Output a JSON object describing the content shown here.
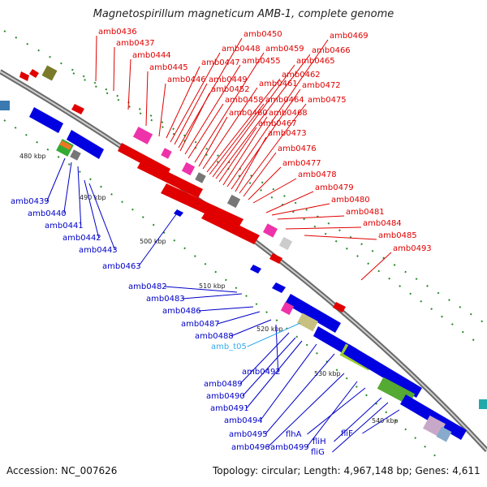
{
  "header": {
    "title": "Magnetospirillum magneticum AMB-1, complete genome"
  },
  "footer": {
    "accession": "Accession: NC_007626",
    "summary": "Topology: circular; Length: 4,967,148 bp; Genes: 4,611"
  },
  "colors": {
    "forward_label": "#e00000",
    "reverse_label": "#0000c8",
    "rna_label": "#33aaee",
    "backbone": "#8a8a8a",
    "tick_dots": "#2a8a2a"
  },
  "kbp_ticks": [
    "480 kbp",
    "490 kbp",
    "500 kbp",
    "510 kbp",
    "520 kbp",
    "530 kbp",
    "540 kbp"
  ],
  "forward_genes": [
    "amb0436",
    "amb0437",
    "amb0444",
    "amb0445",
    "amb0446",
    "amb0447",
    "amb0448",
    "amb0449",
    "amb0450",
    "amb0452",
    "amb0455",
    "amb0458",
    "amb0459",
    "amb0460",
    "amb0461",
    "amb0462",
    "amb0464",
    "amb0465",
    "amb0466",
    "amb0467",
    "amb0468",
    "amb0469",
    "amb0472",
    "amb0473",
    "amb0475",
    "amb0476",
    "amb0477",
    "amb0478",
    "amb0479",
    "amb0480",
    "amb0481",
    "amb0484",
    "amb0485",
    "amb0493"
  ],
  "reverse_genes": [
    "amb0439",
    "amb0440",
    "amb0441",
    "amb0442",
    "amb0443",
    "amb0463",
    "amb0482",
    "amb0483",
    "amb0486",
    "amb0487",
    "amb0488",
    "amb0489",
    "amb0490",
    "amb0491",
    "amb0492",
    "amb0494",
    "amb0495",
    "amb0496",
    "amb0499",
    "flhA",
    "fliH",
    "fliG",
    "fliF"
  ],
  "rna_genes": [
    "amb_t05"
  ]
}
